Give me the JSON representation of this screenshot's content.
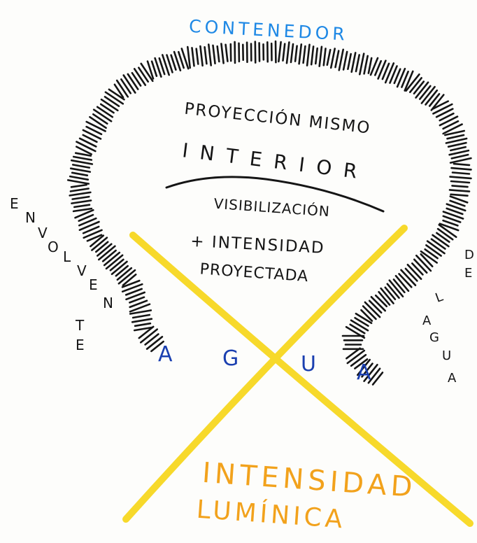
{
  "diagram": {
    "container_label": "CONTENEDOR",
    "interior_lines": [
      "PROYECCIÓN MISMO",
      "I N T E R I O R"
    ],
    "center_lines": [
      "VISIBILIZACIÓN",
      "+ INTENSIDAD",
      "PROYECTADA"
    ],
    "water_letters": [
      "A",
      "G",
      "U",
      "A"
    ],
    "left_vertical_letters": [
      "E",
      "N",
      "V",
      "O",
      "L",
      "V",
      "E",
      "N",
      "T",
      "E"
    ],
    "right_vertical_letters": [
      "D",
      "E",
      "L",
      "A",
      "G",
      "U",
      "A"
    ],
    "bottom_lines": [
      "INTENSIDAD",
      "LUMÍNICA"
    ],
    "colors": {
      "ink": "#151515",
      "container_blue": "#1e88e5",
      "water_blue": "#1a3fb0",
      "cross_yellow": "#f7d71a",
      "light_orange": "#f2a21c"
    }
  }
}
